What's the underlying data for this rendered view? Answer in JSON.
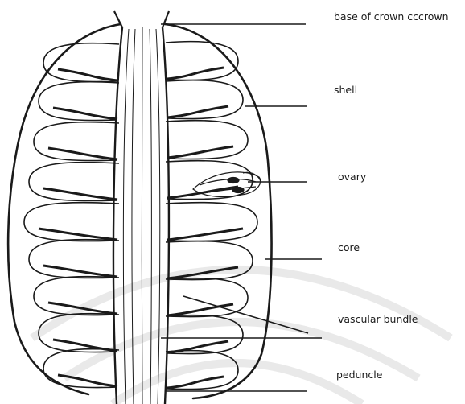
{
  "diagram": {
    "labels": {
      "base_of_crown": "base of crown cccrown",
      "shell": "shell",
      "ovary": "ovary",
      "core": "core",
      "vascular_bundle": "vascular bundle",
      "peduncle": "peduncle"
    },
    "watermark_color": "#e9e9e9",
    "ink_color": "#1a1a1a"
  }
}
